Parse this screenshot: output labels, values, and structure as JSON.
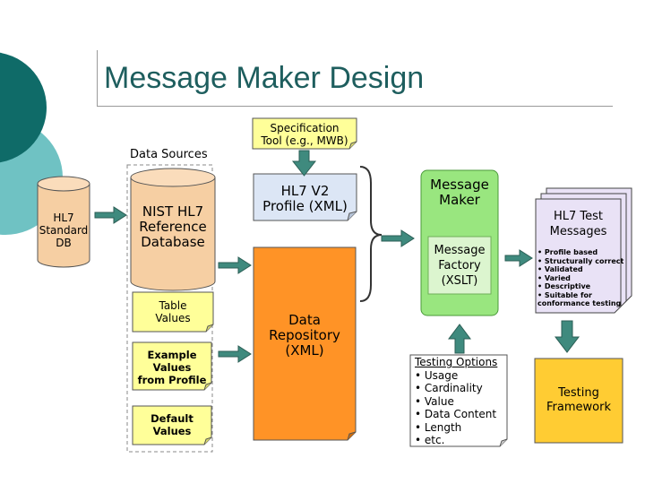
{
  "slide": {
    "title": "Message Maker Design",
    "colors": {
      "teal": "#0f6b68",
      "light_teal": "#6fc2c3",
      "cylinder": "#f6cfa3",
      "orange": "#ff9326",
      "green": "#99e67f",
      "blue_note": "#dce6f5",
      "yellow": "#ffcc33",
      "arrow": "#3f8a7e",
      "lavender": "#e9e2f6"
    }
  },
  "spec_tool": {
    "line1": "Specification",
    "line2": "Tool (e.g., MWB)"
  },
  "data_sources_label": "Data Sources",
  "hl7_db": {
    "line1": "HL7",
    "line2": "Standard",
    "line3": "DB"
  },
  "nist_db": {
    "line1": "NIST HL7",
    "line2": "Reference",
    "line3": "Database"
  },
  "table_values": {
    "line1": "Table",
    "line2": "Values"
  },
  "example_values": {
    "line1": "Example",
    "line2": "Values",
    "line3": "from Profile"
  },
  "default_values": {
    "line1": "Default",
    "line2": "Values"
  },
  "profile": {
    "line1": "HL7 V2",
    "line2": "Profile (XML)"
  },
  "repository": {
    "line1": "Data",
    "line2": "Repository",
    "line3": "(XML)"
  },
  "message_maker": {
    "line1": "Message",
    "line2": "Maker"
  },
  "message_factory": {
    "line1": "Message",
    "line2": "Factory",
    "line3": "(XSLT)"
  },
  "test_messages": {
    "line1": "HL7 Test",
    "line2": "Messages",
    "bullets": [
      "• Profile based",
      "• Structurally correct",
      "• Validated",
      "• Varied",
      "• Descriptive",
      "• Suitable for"
    ],
    "last_line": "conformance testing"
  },
  "testing_options": {
    "heading": "Testing Options",
    "items": [
      "• Usage",
      "• Cardinality",
      "• Value",
      "• Data Content",
      "• Length",
      "• etc."
    ]
  },
  "testing_framework": {
    "line1": "Testing",
    "line2": "Framework"
  }
}
